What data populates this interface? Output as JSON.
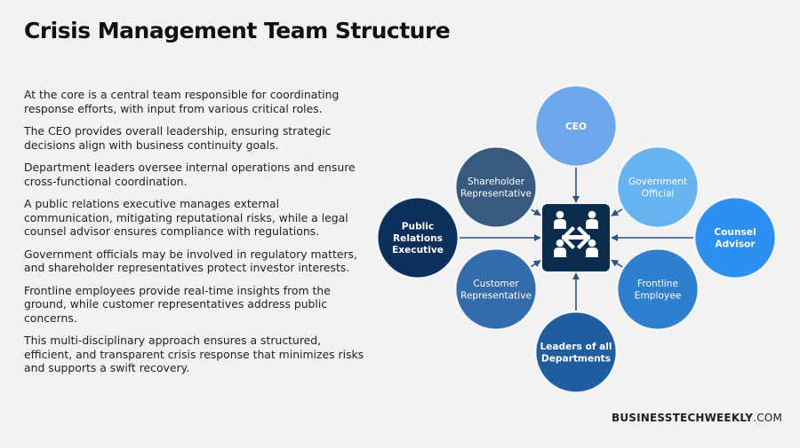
{
  "title": "Crisis Management Team Structure",
  "paragraphs": [
    "At the core is a central team responsible for coordinating response efforts, with input from various critical roles.",
    "The CEO provides overall leadership, ensuring strategic decisions align with business continuity goals.",
    "Department leaders oversee internal operations and ensure cross-functional coordination.",
    "A public relations executive manages external communication, mitigating reputational risks, while a legal counsel advisor ensures compliance with regulations.",
    "Government officials may be involved in regulatory matters, and shareholder representatives protect investor interests.",
    "Frontline employees provide real-time insights from the ground, while customer representatives address public concerns.",
    "This multi-disciplinary approach ensures a structured, efficient, and transparent crisis response that minimizes risks and supports a swift recovery."
  ],
  "diagram": {
    "center_icon": "team-meeting-icon",
    "nodes": {
      "ceo": {
        "lines": [
          "CEO"
        ],
        "color": "#6ea8ea"
      },
      "government": {
        "lines": [
          "Government",
          "Official"
        ],
        "color": "#66b3ef"
      },
      "counsel": {
        "lines": [
          "Counsel",
          "Advisor"
        ],
        "color": "#2d8ff0"
      },
      "frontline": {
        "lines": [
          "Frontline",
          "Employee"
        ],
        "color": "#2e7fce"
      },
      "leaders": {
        "lines": [
          "Leaders of all",
          "Departments"
        ],
        "color": "#1f5d9e"
      },
      "customer": {
        "lines": [
          "Customer",
          "Representative"
        ],
        "color": "#336bab"
      },
      "public": {
        "lines": [
          "Public",
          "Relations",
          "Executive"
        ],
        "color": "#0c2f5b"
      },
      "shareholder": {
        "lines": [
          "Shareholder",
          "Representative"
        ],
        "color": "#385a7f"
      }
    },
    "colors": {
      "center": "#0b2c4d",
      "arrow": "#2a5582"
    }
  },
  "brand": {
    "bold": "BUSINESSTECHWEEKLY",
    "light": ".COM"
  }
}
